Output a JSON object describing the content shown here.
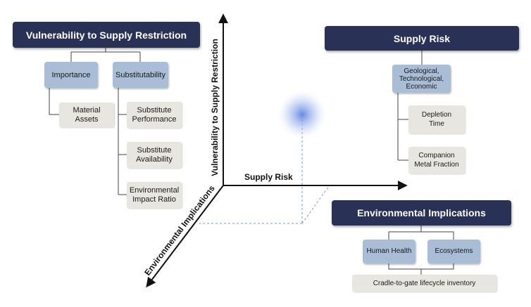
{
  "left_panel": {
    "title": "Vulnerability to Supply Restriction",
    "importance": "Importance",
    "substitutability": "Substitutability",
    "material_assets": [
      "Material",
      "Assets"
    ],
    "substitute_performance": [
      "Substitute",
      "Performance"
    ],
    "substitute_availability": [
      "Substitute",
      "Availability"
    ],
    "environmental_impact_ratio": [
      "Environmental",
      "Impact Ratio"
    ]
  },
  "right_panel": {
    "title": "Supply Risk",
    "geological": [
      "Geological,",
      "Technological,",
      "Economic"
    ],
    "depletion_time": [
      "Depletion",
      "Time"
    ],
    "companion_metal_fraction": [
      "Companion",
      "Metal Fraction"
    ]
  },
  "bottom_panel": {
    "title": "Environmental Implications",
    "human_health": "Human Health",
    "ecosystems": "Ecosystems",
    "inventory": "Cradle-to-gate lifecycle inventory"
  },
  "axes": {
    "y_label": "Vulnerability to Supply Restriction",
    "x_label": "Supply Risk",
    "z_label": "Environmental Implications"
  },
  "colors": {
    "header": "#2a3157",
    "blue_box": "#a9bdd6",
    "gray_box": "#e8e6e1",
    "point": "#6f8fe0"
  }
}
